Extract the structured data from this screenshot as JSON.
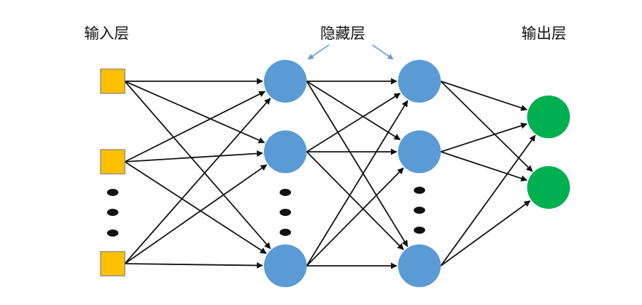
{
  "labels": {
    "input": "输入层",
    "hidden": "隐藏层",
    "output": "输出层"
  },
  "colors": {
    "input_node": "#FFC000",
    "input_node_border": "#7F7F7F",
    "hidden_node": "#5B9BD5",
    "output_node": "#00B050",
    "edge": "#111111",
    "hint_arrow": "#5B9BD5",
    "ellipsis_dot": "#111111"
  },
  "network": {
    "input_nodes": 3,
    "hidden_layers": 2,
    "hidden_nodes_per_layer": 3,
    "output_nodes": 2,
    "input_ellipsis_dots": 3,
    "hidden_ellipsis_dots": 3
  }
}
